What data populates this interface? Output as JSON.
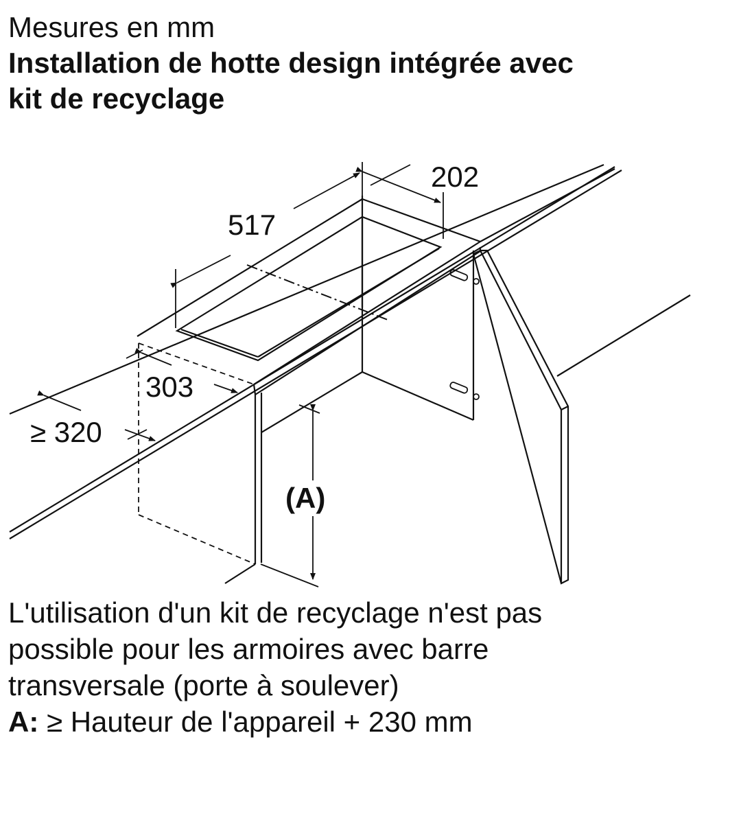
{
  "header": {
    "units": "Mesures en mm",
    "title_line1": "Installation de hotte design intégrée avec",
    "title_line2": "kit de recyclage"
  },
  "dimensions": {
    "depth_cutout": "202",
    "width_cutout": "517",
    "offset_front": "303",
    "min_depth": "≥ 320",
    "height_marker": "(A)"
  },
  "footer": {
    "note_line1": "L'utilisation d'un kit de recyclage n'est pas",
    "note_line2": "possible pour les armoires avec barre",
    "note_line3": "transversale (porte à soulever)",
    "legend_key": "A:",
    "legend_text": " ≥ Hauteur de l'appareil + 230 mm"
  }
}
